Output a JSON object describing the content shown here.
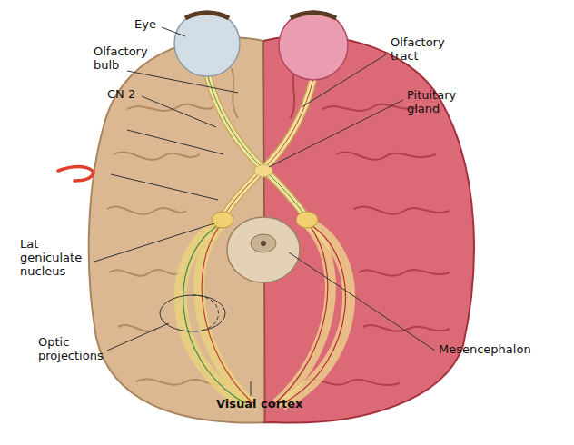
{
  "diagram": {
    "labels": [
      "Eye",
      "Olfactory bulb",
      "CN 2",
      "Olfactory tract",
      "Pituitary gland",
      "Lat geniculate nucleus",
      "Optic projections",
      "Mesencephalon",
      "Visual cortex"
    ]
  }
}
